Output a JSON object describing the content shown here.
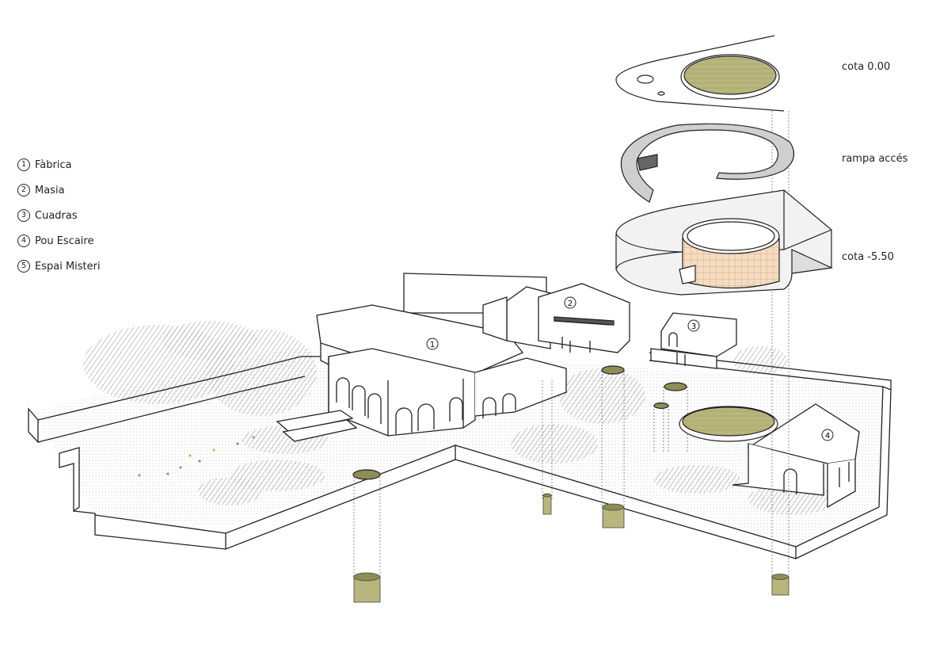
{
  "legend": {
    "items": [
      {
        "num": "1",
        "label": "Fàbrica"
      },
      {
        "num": "2",
        "label": "Masia"
      },
      {
        "num": "3",
        "label": "Cuadras"
      },
      {
        "num": "4",
        "label": "Pou Escaire"
      },
      {
        "num": "5",
        "label": "Espai Misteri"
      }
    ]
  },
  "levels": {
    "top": "cota 0.00",
    "middle": "rampa accés",
    "bottom": "cota -5.50"
  },
  "markers": {
    "m1": "1",
    "m2": "2",
    "m3": "3",
    "m4": "4"
  },
  "colors": {
    "line": "#222222",
    "olive": "#b5b27a",
    "olive_dark": "#8f8c55",
    "hatch": "#9a9a9a",
    "ramp": "#cfcfcf",
    "wall_orange": "#e9b98c"
  }
}
